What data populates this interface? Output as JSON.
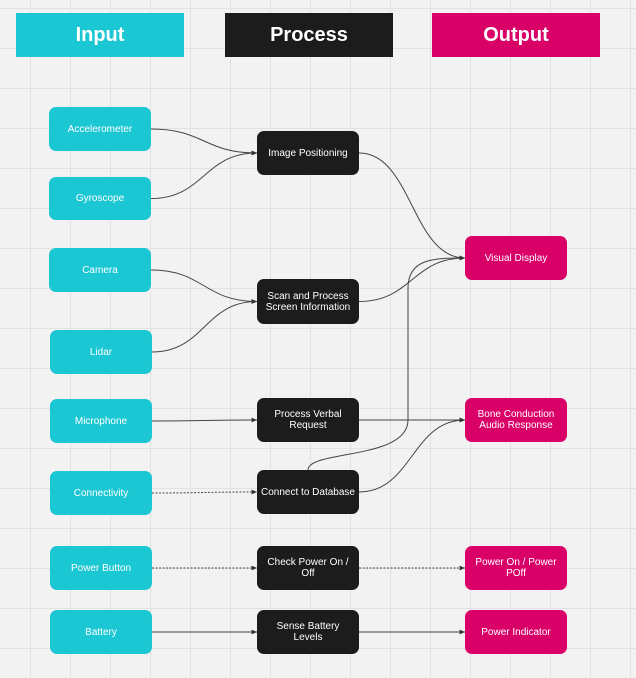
{
  "colors": {
    "input": "#1cc7d4",
    "process": "#1c1c1c",
    "output": "#d90068",
    "edge": "#444444"
  },
  "headers": {
    "input": "Input",
    "process": "Process",
    "output": "Output"
  },
  "inputs": {
    "accelerometer": "Accelerometer",
    "gyroscope": "Gyroscope",
    "camera": "Camera",
    "lidar": "Lidar",
    "microphone": "Microphone",
    "connectivity": "Connectivity",
    "power_button": "Power Button",
    "battery": "Battery"
  },
  "processes": {
    "image_positioning": "Image Positioning",
    "scan_process": "Scan and Process\nScreen Information",
    "verbal_request": "Process Verbal\nRequest",
    "connect_db": "Connect to Database",
    "check_power": "Check Power On / Off",
    "sense_battery": "Sense Battery Levels"
  },
  "outputs": {
    "visual_display": "Visual Display",
    "bone_conduction": "Bone Conduction\nAudio Response",
    "power_onoff": "Power On / Power\nPOff",
    "power_indicator": "Power Indicator"
  },
  "edges": [
    {
      "from": "accelerometer",
      "to": "image_positioning",
      "style": "solid"
    },
    {
      "from": "gyroscope",
      "to": "image_positioning",
      "style": "solid"
    },
    {
      "from": "camera",
      "to": "scan_process",
      "style": "solid"
    },
    {
      "from": "lidar",
      "to": "scan_process",
      "style": "solid"
    },
    {
      "from": "microphone",
      "to": "verbal_request",
      "style": "solid"
    },
    {
      "from": "connectivity",
      "to": "connect_db",
      "style": "dashed"
    },
    {
      "from": "power_button",
      "to": "check_power",
      "style": "dashed"
    },
    {
      "from": "battery",
      "to": "sense_battery",
      "style": "solid"
    },
    {
      "from": "image_positioning",
      "to": "visual_display",
      "style": "solid"
    },
    {
      "from": "scan_process",
      "to": "visual_display",
      "style": "solid"
    },
    {
      "from": "connect_db",
      "to": "visual_display",
      "style": "solid"
    },
    {
      "from": "verbal_request",
      "to": "bone_conduction",
      "style": "solid"
    },
    {
      "from": "connect_db",
      "to": "bone_conduction",
      "style": "solid"
    },
    {
      "from": "check_power",
      "to": "power_onoff",
      "style": "dashed"
    },
    {
      "from": "sense_battery",
      "to": "power_indicator",
      "style": "solid"
    }
  ]
}
